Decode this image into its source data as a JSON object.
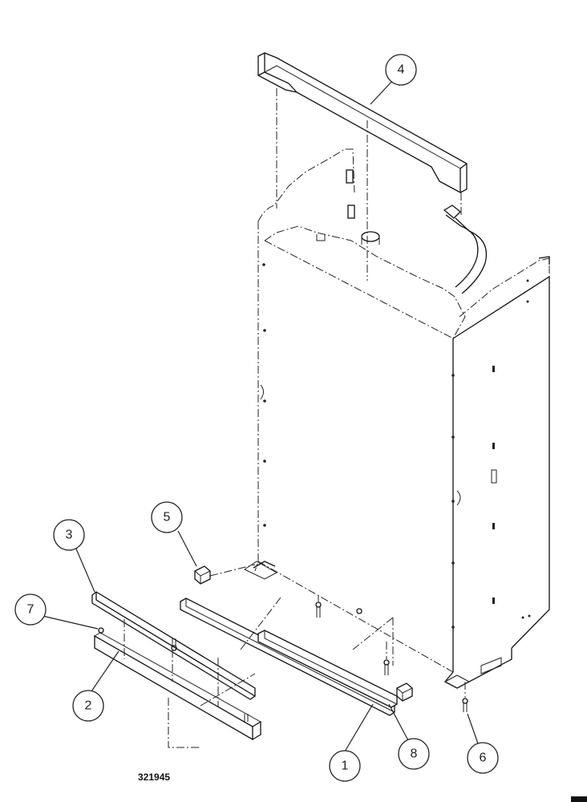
{
  "drawing": {
    "number": "321945"
  },
  "callouts": [
    {
      "label": "1"
    },
    {
      "label": "2"
    },
    {
      "label": "3"
    },
    {
      "label": "4"
    },
    {
      "label": "5"
    },
    {
      "label": "6"
    },
    {
      "label": "7"
    },
    {
      "label": "8"
    }
  ]
}
